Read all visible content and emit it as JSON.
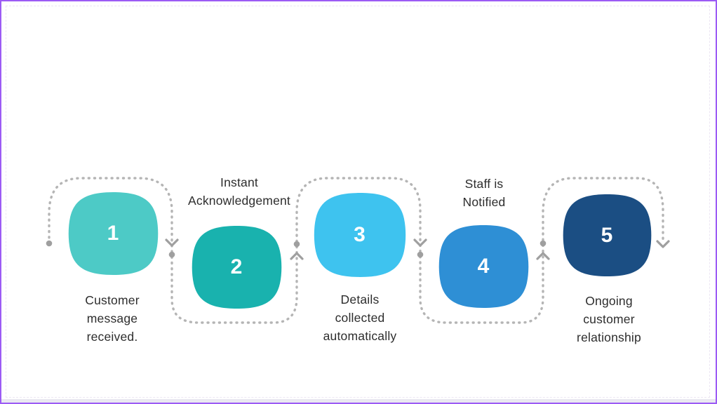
{
  "frame": {
    "border_color": "#9C5BF5",
    "guide_color": "#ece6f3",
    "bottom_strip_color": "#e9e8f0",
    "background": "#ffffff"
  },
  "diagram": {
    "connector": {
      "dash_color": "#b5b5b5",
      "marker_color": "#9f9f9f"
    },
    "steps": [
      {
        "number": "1",
        "color": "#4DCAC6",
        "label": "Customer\nmessage\nreceived.",
        "label_position": "below"
      },
      {
        "number": "2",
        "color": "#19B2AE",
        "label": "Instant\nAcknowledgement",
        "label_position": "above"
      },
      {
        "number": "3",
        "color": "#3EC3EF",
        "label": "Details\ncollected\nautomatically",
        "label_position": "below"
      },
      {
        "number": "4",
        "color": "#2E8FD5",
        "label": "Staff is\nNotified",
        "label_position": "above"
      },
      {
        "number": "5",
        "color": "#1B4E83",
        "label": "Ongoing\ncustomer\nrelationship",
        "label_position": "below"
      }
    ]
  }
}
